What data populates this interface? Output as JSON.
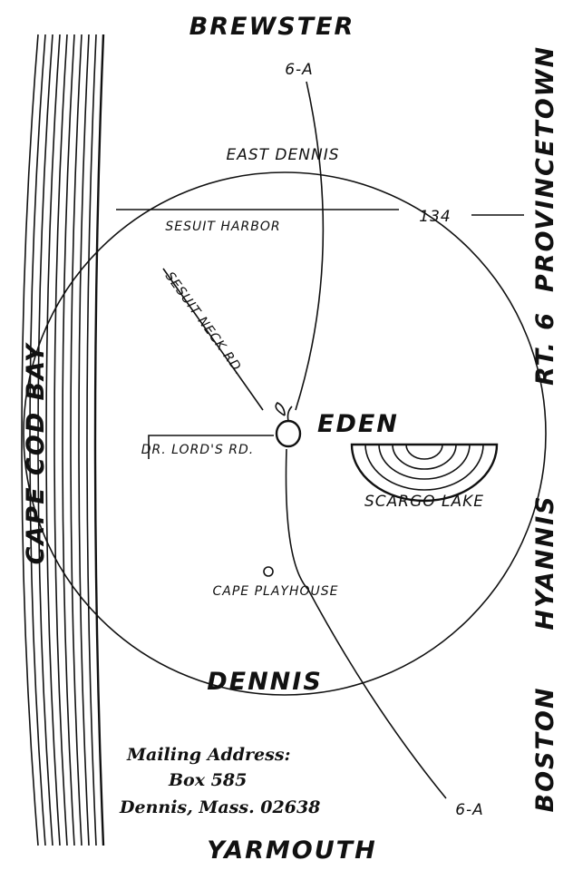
{
  "map": {
    "towns": {
      "north": "BREWSTER",
      "south": "YARMOUTH",
      "east_dennis": "EAST DENNIS",
      "dennis": "DENNIS",
      "eden": "EDEN"
    },
    "directions": {
      "provincetown": "PROVINCETOWN",
      "rt6": "RT. 6",
      "hyannis": "HYANNIS",
      "boston": "BOSTON"
    },
    "water": {
      "bay": "CAPE COD BAY",
      "lake": "SCARGO LAKE",
      "harbor": "SESUIT HARBOR"
    },
    "roads": {
      "route_6a_north": "6-A",
      "route_6a_south": "6-A",
      "route_134": "134",
      "sesuit_neck": "SESUIT NECK RD.",
      "dr_lords": "DR. LORD'S RD."
    },
    "landmarks": {
      "playhouse": "CAPE PLAYHOUSE"
    },
    "address": {
      "line1": "Mailing Address:",
      "line2": "Box 585",
      "line3": "Dennis, Mass. 02638"
    }
  }
}
